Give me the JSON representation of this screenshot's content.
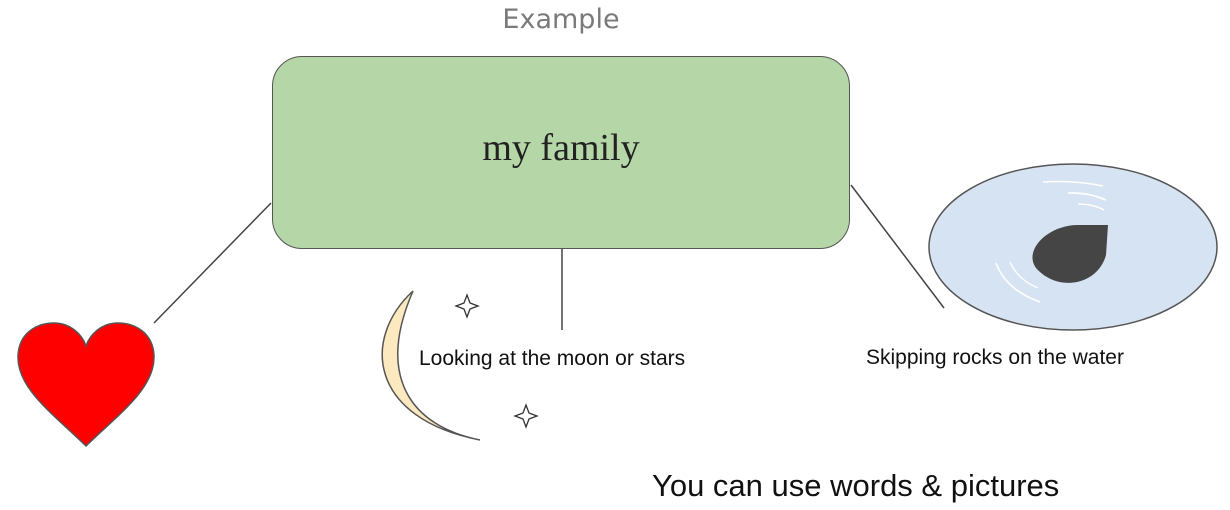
{
  "header": {
    "title": "Example"
  },
  "center_node": {
    "label": "my family"
  },
  "branches": [
    {
      "id": "heart",
      "picture": "heart-icon",
      "caption": ""
    },
    {
      "id": "moon",
      "picture": "moon-and-stars-icon",
      "caption": "Looking at the moon or stars"
    },
    {
      "id": "rocks",
      "picture": "rock-in-water-icon",
      "caption": "Skipping rocks on the water"
    }
  ],
  "footer": {
    "note": "You can use words & pictures"
  },
  "colors": {
    "node_fill": "#b5d7a7",
    "heart": "#ff0000",
    "moon": "#fde9c0",
    "water": "#d6e3f2",
    "rock": "#454545"
  }
}
